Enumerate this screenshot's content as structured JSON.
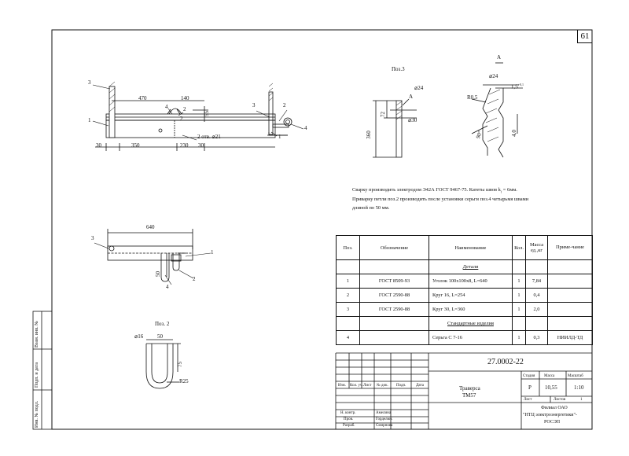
{
  "page_number": "61",
  "fig1": {
    "callouts": [
      "3",
      "1",
      "4",
      "2",
      "2"
    ],
    "dims": {
      "d470": "470",
      "d140": "140",
      "d55": "55",
      "d30a": "30",
      "d350": "350",
      "d230": "230",
      "d30b": "30",
      "holes": "2 отв. ⌀21"
    }
  },
  "fig2": {
    "callouts": [
      "3",
      "2",
      "4",
      "1"
    ]
  },
  "pos3": {
    "title": "Поз.3",
    "d24": "⌀24",
    "d30": "⌀30",
    "d72": "72",
    "d360": "360",
    "view_marker": "A"
  },
  "viewA": {
    "title": "A",
    "d24": "⌀24",
    "slope": "1,5",
    "slope_sup": "+0,1",
    "r": "R0,5",
    "angle": "90°",
    "d40": "4,0"
  },
  "notes": [
    "Сварку производить электродом Э42А ГОСТ 9467-75.  Катеты швов k",
    "= 6мм.",
    "Приварку петли поз.2 производить после установки серьги поз.4 четырьмя швами",
    "длиной по 50 мм."
  ],
  "note_sub": "f",
  "plan": {
    "d640": "640",
    "d50": "50",
    "callouts": [
      "3",
      "1",
      "4",
      "2"
    ]
  },
  "pos2": {
    "title": "Поз. 2",
    "d16": "⌀16",
    "d50": "50",
    "d75": "75",
    "r": "R25"
  },
  "spec": {
    "headers": {
      "pos": "Поз.",
      "designation": "Обозначение",
      "name": "Наименование",
      "qty": "Кол.",
      "mass": "Масса ед.,кг",
      "note": "Приме-чание"
    },
    "section_details": "Детали",
    "section_std": "Стандартные изделия",
    "rows": [
      {
        "pos": "1",
        "designation": "ГОСТ 8509-93",
        "name": "Уголок 100х100х8, L=640",
        "qty": "1",
        "mass": "7,84",
        "note": ""
      },
      {
        "pos": "2",
        "designation": "ГОСТ 2590-88",
        "name": "Круг 16, L=254",
        "qty": "1",
        "mass": "0,4",
        "note": ""
      },
      {
        "pos": "3",
        "designation": "ГОСТ 2590-88",
        "name": "Круг 30, L=360",
        "qty": "1",
        "mass": "2,0",
        "note": ""
      },
      {
        "pos": "4",
        "designation": "",
        "name": "Серьга С 7-16",
        "qty": "1",
        "mass": "0,3",
        "note": "НИИЛД-ТД"
      }
    ]
  },
  "titleblock": {
    "code": "27.0002-22",
    "title1": "Траверса",
    "title2": "ТМ57",
    "stage_h": "Стадия",
    "mass_h": "Масса",
    "scale_h": "Масштаб",
    "stage": "Р",
    "mass": "10,55",
    "scale": "1:10",
    "sheet_h": "Лист",
    "sheets_h": "Листов",
    "sheets": "1",
    "org1": "Филиал ОАО",
    "org2": "\"НТЦ электроэнергетики\"-",
    "org3": "РОСЭП",
    "col_headers": [
      "Изм.",
      "Кол. уч.",
      "Лист",
      "№ док.",
      "Подп.",
      "Дата"
    ],
    "roles": [
      "Н. контр.",
      "Пров.",
      "Разраб."
    ],
    "names": [
      "Амелина",
      "Горделюк",
      "Смирнова"
    ]
  },
  "side_stamps": [
    "Взам. инв. №",
    "Подп. и дата",
    "Инв. № подл."
  ]
}
